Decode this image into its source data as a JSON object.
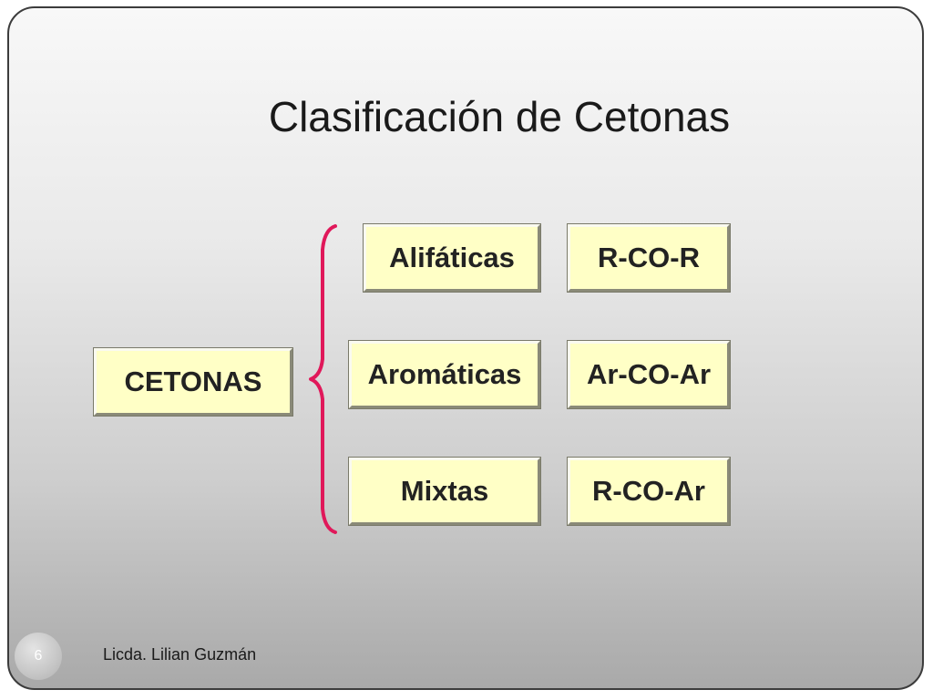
{
  "title": "Clasificación de Cetonas",
  "root": {
    "label": "CETONAS"
  },
  "categories": [
    {
      "label": "Alifáticas",
      "formula": "R-CO-R"
    },
    {
      "label": "Aromáticas",
      "formula": "Ar-CO-Ar"
    },
    {
      "label": "Mixtas",
      "formula": "R-CO-Ar"
    }
  ],
  "footer": {
    "slide_number": "6",
    "author": "Licda. Lilian Guzmán"
  },
  "colors": {
    "box_fill": "#ffffc6",
    "brace": "#e0185a",
    "text": "#222222"
  }
}
